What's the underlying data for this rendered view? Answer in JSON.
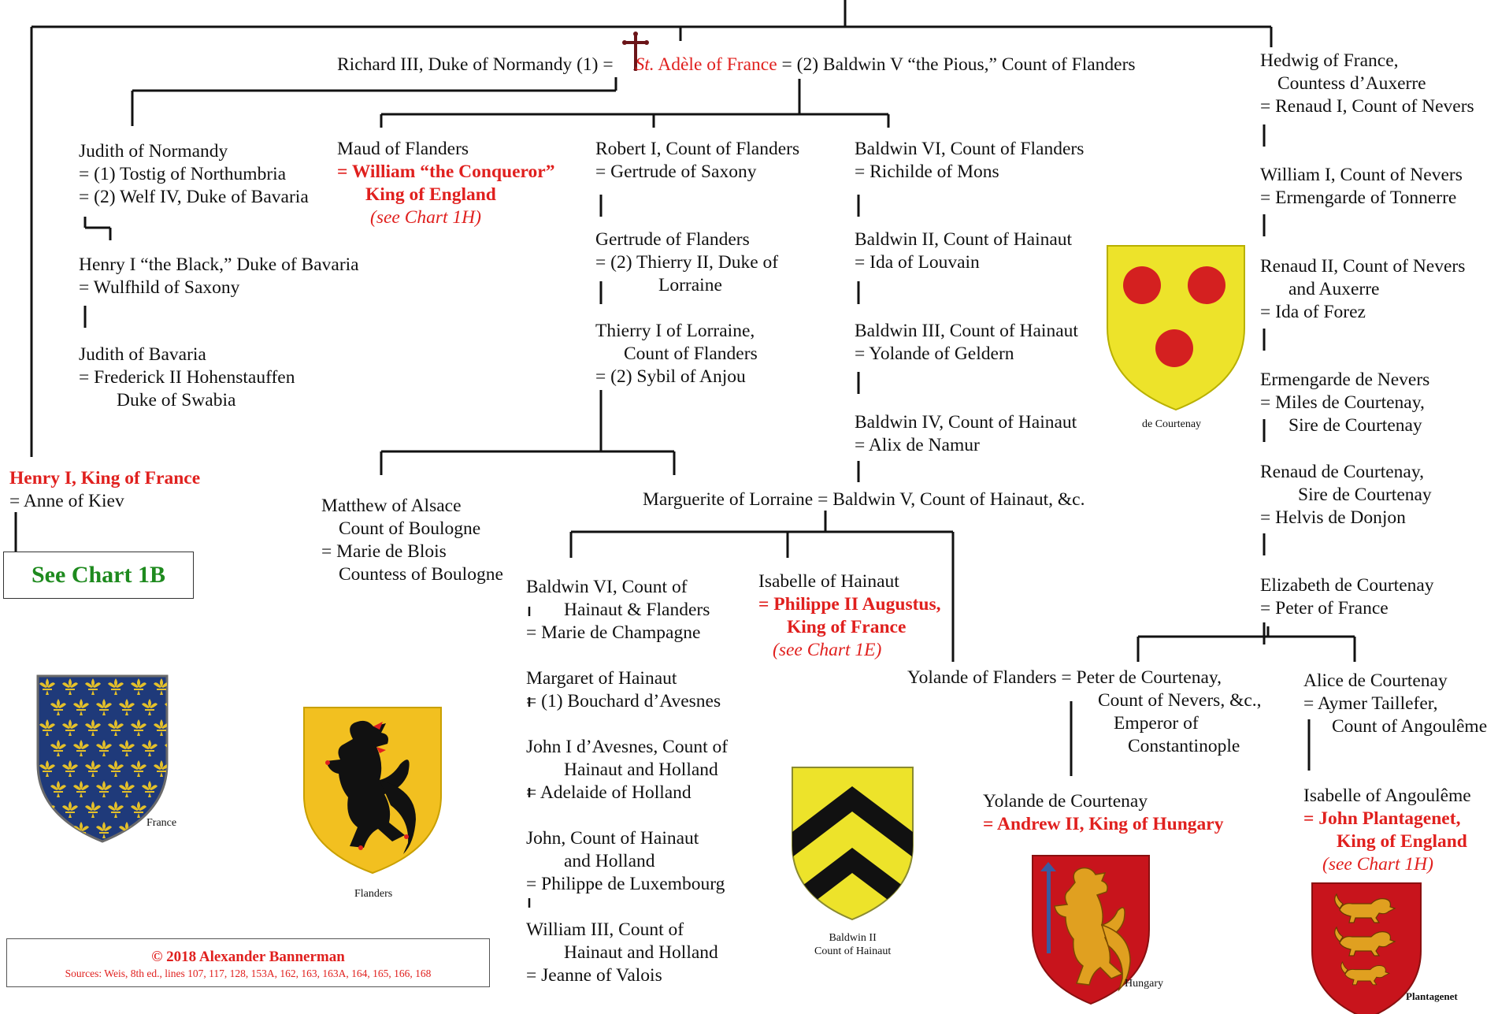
{
  "top_couple": {
    "richard": "Richard III, Duke of Normandy (1) =",
    "adele_st": "St.",
    "adele": "Adèle of France",
    "baldwin": "= (2) Baldwin V “the Pious,” Count of Flanders"
  },
  "hedwig": [
    "Hedwig of France,",
    "Countess d’Auxerre",
    "= Renaud I, Count of Nevers"
  ],
  "nevers": [
    [
      "William I, Count of Nevers",
      "= Ermengarde of Tonnerre"
    ],
    [
      "Renaud II, Count of Nevers",
      "and Auxerre",
      "= Ida of Forez"
    ],
    [
      "Ermengarde de Nevers",
      "= Miles de Courtenay,",
      "Sire de Courtenay"
    ],
    [
      "Renaud de Courtenay,",
      "Sire de Courtenay",
      "= Helvis de Donjon"
    ],
    [
      "Elizabeth de Courtenay",
      "= Peter of France"
    ]
  ],
  "judith_line": [
    [
      "Judith of Normandy",
      "= (1) Tostig of Northumbria",
      "= (2) Welf IV, Duke of Bavaria"
    ],
    [
      "Henry I “the Black,” Duke of Bavaria",
      "= Wulfhild of Saxony"
    ],
    [
      "Judith of Bavaria",
      "= Frederick II Hohenstauffen",
      "Duke of Swabia"
    ]
  ],
  "maud": {
    "name": "Maud of Flanders",
    "spouse1": "= William “the Conqueror”",
    "spouse2": "King of England",
    "see": "(see Chart 1H)"
  },
  "robert_line": [
    [
      "Robert I, Count of Flanders",
      "= Gertrude of Saxony"
    ],
    [
      "Gertrude of Flanders",
      "= (2) Thierry II, Duke of",
      "Lorraine"
    ],
    [
      "Thierry I of Lorraine,",
      "Count of Flanders",
      "= (2) Sybil of Anjou"
    ]
  ],
  "baldwin_line": [
    [
      "Baldwin VI, Count of Flanders",
      "= Richilde of Mons"
    ],
    [
      "Baldwin II, Count of Hainaut",
      "= Ida of Louvain"
    ],
    [
      "Baldwin III, Count of Hainaut",
      "= Yolande of Geldern"
    ],
    [
      "Baldwin IV, Count of Hainaut",
      "= Alix de Namur"
    ]
  ],
  "henry": {
    "name": "Henry I, King of France",
    "spouse": "= Anne of Kiev",
    "see_chart": "See Chart 1B"
  },
  "matthew": [
    "Matthew of Alsace",
    "Count of Boulogne",
    "= Marie de Blois",
    "Countess of Boulogne"
  ],
  "marguerite": "Marguerite of Lorraine = Baldwin V, Count of Hainaut, &c.",
  "baldwin6_line": [
    [
      "Baldwin VI, Count of",
      "Hainaut & Flanders",
      "= Marie de Champagne"
    ],
    [
      "Margaret of Hainaut",
      "= (1) Bouchard d’Avesnes"
    ],
    [
      "John I d’Avesnes, Count of",
      "Hainaut and Holland",
      "= Adelaide of Holland"
    ],
    [
      "John, Count of Hainaut",
      "and Holland",
      "= Philippe de Luxembourg"
    ],
    [
      "William III, Count of",
      "Hainaut and Holland",
      "= Jeanne of Valois"
    ]
  ],
  "isabelle_hainaut": {
    "name": "Isabelle of Hainaut",
    "spouse1": "= Philippe II Augustus,",
    "spouse2": "King of France",
    "see": "(see Chart 1E)"
  },
  "yolande_flanders": [
    "Yolande of Flanders = Peter de Courtenay,",
    "Count of Nevers, &c.,",
    "Emperor of",
    "Constantinople"
  ],
  "alice": [
    "Alice de Courtenay",
    "= Aymer Taillefer,",
    "Count of Angoulême"
  ],
  "yolande_courtenay": {
    "name": "Yolande de Courtenay",
    "spouse": "= Andrew II, King of Hungary"
  },
  "isabelle_angouleme": {
    "name": "Isabelle of Angoulême",
    "spouse1": "= John Plantagenet,",
    "spouse2": "King of England",
    "see": "(see Chart 1H)"
  },
  "arms": {
    "france": "France",
    "flanders": "Flanders",
    "courtenay": "de Courtenay",
    "baldwin2_1": "Baldwin II",
    "baldwin2_2": "Count of Hainaut",
    "hungary": "Hungary",
    "plantagenet": "Plantagenet"
  },
  "copyright": {
    "line1": "© 2018 Alexander Bannerman",
    "line2": "Sources: Weis, 8th ed., lines 107, 117, 128, 153A, 162, 163, 163A, 164, 165, 166, 168"
  },
  "colors": {
    "royal_red": "#e0201e",
    "chart_link_green": "#1e8a1e",
    "courtenay_or": "#ede32a",
    "gules": "#d42020",
    "azure": "#1f3a7a",
    "flanders_or": "#f2c020"
  }
}
